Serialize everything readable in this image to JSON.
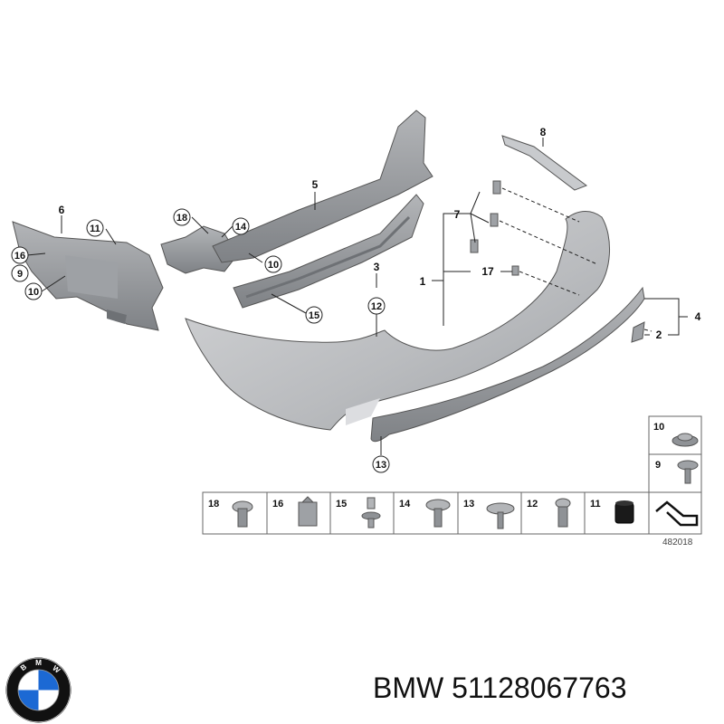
{
  "diagram": {
    "callouts": {
      "p1": "1",
      "p2": "2",
      "p3": "3",
      "p4": "4",
      "p5": "5",
      "p6": "6",
      "p7": "7",
      "p8": "8",
      "p9": "9",
      "p10a": "10",
      "p10b": "10",
      "p11": "11",
      "p12": "12",
      "p13": "13",
      "p14": "14",
      "p15": "15",
      "p16": "16",
      "p17": "17",
      "p18": "18"
    },
    "fastener_table": {
      "bottom_row": [
        "18",
        "16",
        "15",
        "14",
        "13",
        "12",
        "11"
      ],
      "side_column": [
        "10",
        "9"
      ]
    },
    "diagram_number": "482018"
  },
  "footer": {
    "brand": "BMW",
    "part_number": "51128067763",
    "logo_letters": "BMW"
  },
  "colors": {
    "part_gray": "#bfc1c4",
    "part_dark": "#8f9296",
    "line": "#222222",
    "logo_blue": "#1c69d4",
    "logo_ring": "#111111"
  }
}
